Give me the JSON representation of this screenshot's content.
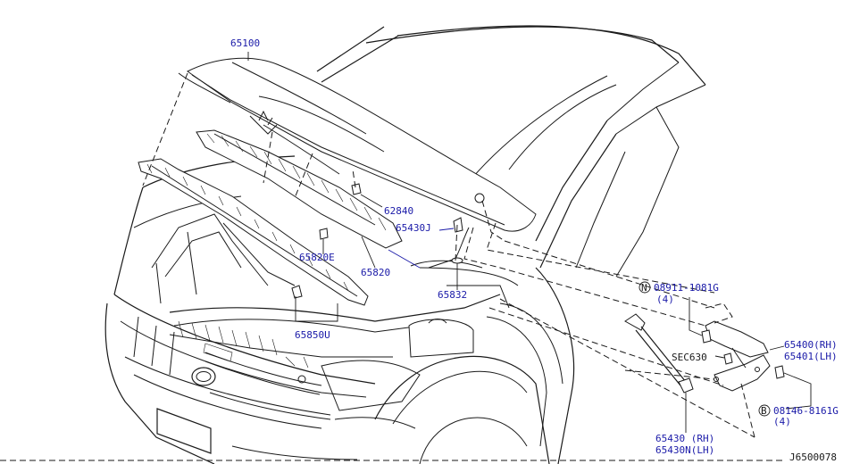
{
  "diagram": {
    "ref_code": "J6500078",
    "labels": {
      "hood": "65100",
      "insulator": "62840",
      "striker": "65430J",
      "seal_clip": "65820E",
      "seal": "65820",
      "clip": "65850U",
      "bumper": "65832",
      "bolt_n": "08911-1081G",
      "bolt_n_qty": "(4)",
      "bolt_n_symbol": "N",
      "sec": "SEC630",
      "hinge_rh": "65400(RH)",
      "hinge_lh": "65401(LH)",
      "bolt_b": "08146-8161G",
      "bolt_b_qty": "(4)",
      "bolt_b_symbol": "B",
      "stay_rh": "65430  (RH)",
      "stay_lh": "65430N(LH)"
    }
  }
}
